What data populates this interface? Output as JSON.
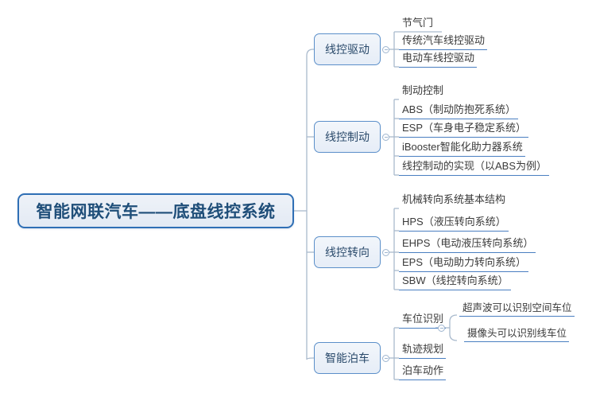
{
  "diagram": {
    "type": "mind-map",
    "root": {
      "label": "智能网联汽车——底盘线控系统"
    },
    "branches": [
      {
        "label": "线控驱动",
        "children": [
          {
            "label": "节气门"
          },
          {
            "label": "传统汽车线控驱动"
          },
          {
            "label": "电动车线控驱动"
          }
        ]
      },
      {
        "label": "线控制动",
        "children": [
          {
            "label": "制动控制"
          },
          {
            "label": "ABS（制动防抱死系统）"
          },
          {
            "label": "ESP（车身电子稳定系统）"
          },
          {
            "label": "iBooster智能化助力器系统"
          },
          {
            "label": "线控制动的实现（以ABS为例）"
          }
        ]
      },
      {
        "label": "线控转向",
        "children": [
          {
            "label": "机械转向系统基本结构"
          },
          {
            "label": "HPS（液压转向系统）"
          },
          {
            "label": "EHPS（电动液压转向系统）"
          },
          {
            "label": "EPS（电动助力转向系统）"
          },
          {
            "label": "SBW（线控转向系统）"
          }
        ]
      },
      {
        "label": "智能泊车",
        "children": [
          {
            "label": "车位识别",
            "children": [
              {
                "label": "超声波可以识别空间车位"
              },
              {
                "label": "摄像头可以识别线车位"
              }
            ]
          },
          {
            "label": "轨迹规划"
          },
          {
            "label": "泊车动作"
          }
        ]
      }
    ],
    "colors": {
      "root_border": "#2f6fb5",
      "root_text": "#1f4e79",
      "branch_border": "#5b8fc9",
      "branch_text": "#2a4a6b",
      "leaf_rule": "#4a7fc1",
      "leaf_text": "#3a3a3a",
      "connector": "#a9bacd",
      "background": "#ffffff"
    },
    "icons": {
      "collapse_toggle": "collapse-toggle-icon"
    }
  }
}
